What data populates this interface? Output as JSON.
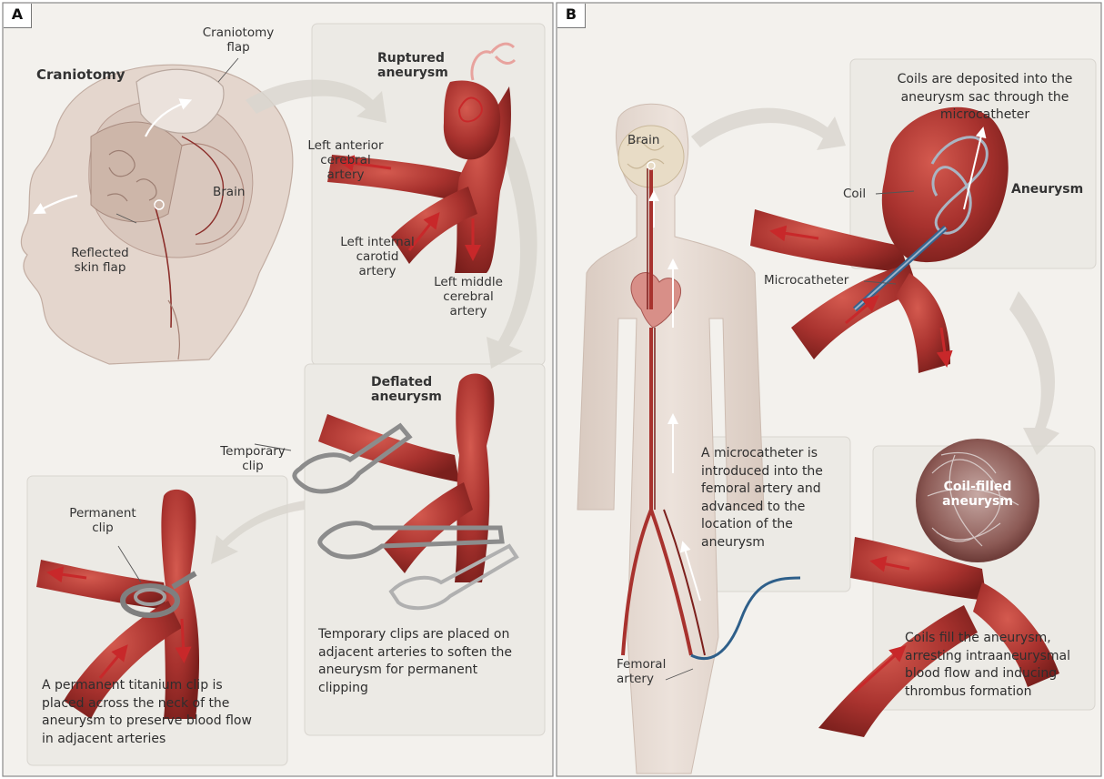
{
  "panel_a": {
    "label": "A",
    "craniotomy": "Craniotomy",
    "craniotomy_flap": "Craniotomy\nflap",
    "brain": "Brain",
    "reflected_skin_flap": "Reflected\nskin flap",
    "ruptured_aneurysm": "Ruptured\naneurysm",
    "left_anterior_cerebral_artery": "Left anterior\ncerebral\nartery",
    "left_internal_carotid_artery": "Left internal\ncarotid\nartery",
    "left_middle_cerebral_artery": "Left middle\ncerebral\nartery",
    "deflated_aneurysm": "Deflated\naneurysm",
    "temporary_clip": "Temporary\nclip",
    "permanent_clip": "Permanent\nclip",
    "temporary_clips_caption": "Temporary clips are placed on\nadjacent arteries to soften the\naneurysm for permanent\nclipping",
    "permanent_clip_caption": "A permanent titanium clip is\nplaced across the neck of the\naneurysm to preserve blood flow\nin adjacent arteries"
  },
  "panel_b": {
    "label": "B",
    "brain": "Brain",
    "coils_deposited_caption": "Coils are deposited into the\naneurysm sac through the\nmicrocatheter",
    "coil": "Coil",
    "aneurysm": "Aneurysm",
    "microcatheter": "Microcatheter",
    "microcatheter_caption": "A microcatheter is\nintroduced into the\nfemoral artery and\nadvanced to the\nlocation of the\naneurysm",
    "coil_filled_aneurysm": "Coil-filled\naneurysm",
    "femoral_artery": "Femoral\nartery",
    "coils_fill_caption": "Coils fill the aneurysm,\narresting intraaneurysmal\nblood flow and inducing\nthrombus formation"
  },
  "colors": {
    "panel_bg": "#f3f1ed",
    "artery_red": "#a8322e",
    "flow_arrow": "#c8282a",
    "clip_gray": "#8c8c8c",
    "catheter_blue": "#2e5f8a",
    "skin": "#e4d6cd"
  }
}
